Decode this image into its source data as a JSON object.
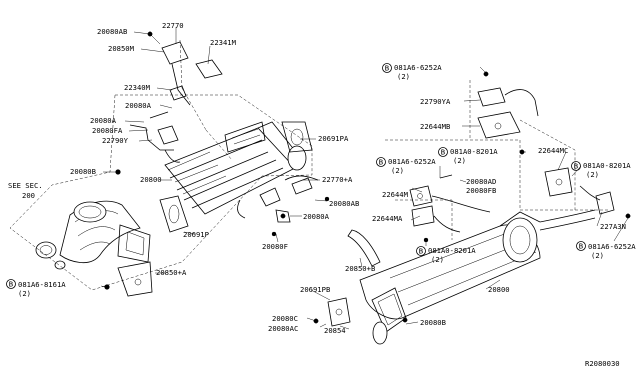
{
  "diagram": {
    "reference_code": "R2080030",
    "see_section": {
      "line1": "SEE SEC.",
      "line2": "200"
    },
    "labels": {
      "p20080AB_top": "20080AB",
      "p22770": "22770",
      "p20850M": "20850M",
      "p22341M": "22341M",
      "p22340M": "22340M",
      "p20080A_a": "20080A",
      "p20080A_b": "20080A",
      "p20080FA": "20080FA",
      "p22790Y": "22790Y",
      "p20691PA": "20691PA",
      "p20080B": "20080B",
      "p20800_left": "20800",
      "p22770A": "22770+A",
      "p20080AB_mid": "20080AB",
      "p20080A_c": "20080A",
      "p20080F": "20080F",
      "p20691P": "20691P",
      "p20850A": "20850+A",
      "p081A6_8161A": "081A6-8161A",
      "p081A6_8161A_qty": "(2)",
      "p081A6_6252A_top": "081A6-6252A",
      "p081A6_6252A_top_qty": "(2)",
      "p22790YA": "22790YA",
      "p22644MB": "22644MB",
      "p081A0_8201A_mid": "081A0-8201A",
      "p081A0_8201A_mid_qty": "(2)",
      "p22644MC": "22644MC",
      "p081A0_8201A_right": "081A0-8201A",
      "p081A0_8201A_right_qty": "(2)",
      "p081A6_6252A_mid": "081A6-6252A",
      "p081A6_6252A_mid_qty": "(2)",
      "p20080AD": "20080AD",
      "p20080FB": "20080FB",
      "p22644M": "22644M",
      "p22644MA": "22644MA",
      "p081A0_8201A_low": "081A0-8201A",
      "p081A0_8201A_low_qty": "(2)",
      "p20850B": "20850+B",
      "p227A3N": "227A3N",
      "p081A6_6252A_right": "081A6-6252A",
      "p081A6_6252A_right_qty": "(2)",
      "p20691PB": "20691PB",
      "p20800_right": "20800",
      "p20080C": "20080C",
      "p20080AC": "20080AC",
      "p20854": "20854",
      "p20080B_low": "20080B"
    },
    "bolt_symbol": "B"
  }
}
